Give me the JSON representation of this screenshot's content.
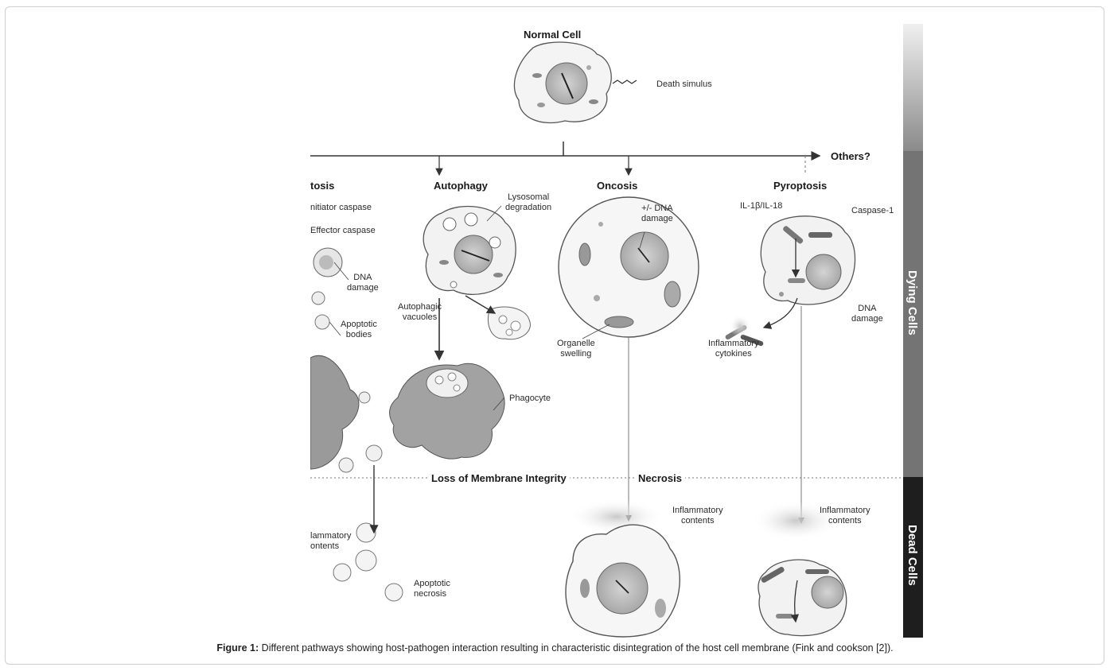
{
  "figure": {
    "top_title": "Normal Cell",
    "stimulus": "Death simulus",
    "others": "Others?",
    "pathways": {
      "apoptosis": "tosis",
      "autophagy": "Autophagy",
      "oncosis": "Oncosis",
      "pyroptosis": "Pyroptosis"
    },
    "apoptosis_labels": {
      "initiator": "nitiator caspase",
      "effector": "Effector caspase",
      "dna_damage": "DNA\ndamage",
      "apoptotic_bodies": "Apoptotic\nbodies",
      "inflammatory": "lammatory\nontents",
      "apoptotic_necrosis": "Apoptotic\nnecrosis"
    },
    "autophagy_labels": {
      "lysosomal": "Lysosomal\ndegradation",
      "vacuoles": "Autophagic\nvacuoles",
      "phagocyte": "Phagocyte"
    },
    "oncosis_labels": {
      "dna": "+/- DNA\ndamage",
      "swelling": "Organelle\nswelling",
      "inflammatory": "Inflammatory\ncontents"
    },
    "pyroptosis_labels": {
      "il": "IL-1β/IL-18",
      "caspase": "Caspase-1",
      "dna": "DNA\ndamage",
      "cytokines": "Inflammatory\ncytokines",
      "inflammatory": "Inflammatory\ncontents"
    },
    "divider": {
      "membrane": "Loss of Membrane Integrity",
      "necrosis": "Necrosis"
    },
    "side_labels": {
      "dying": "Dying Cells",
      "dead": "Dead Cells"
    }
  },
  "caption": {
    "label": "Figure 1:",
    "text": " Different pathways showing host-pathogen interaction resulting in characteristic disintegration of the host cell membrane (Fink and cookson [2])."
  }
}
